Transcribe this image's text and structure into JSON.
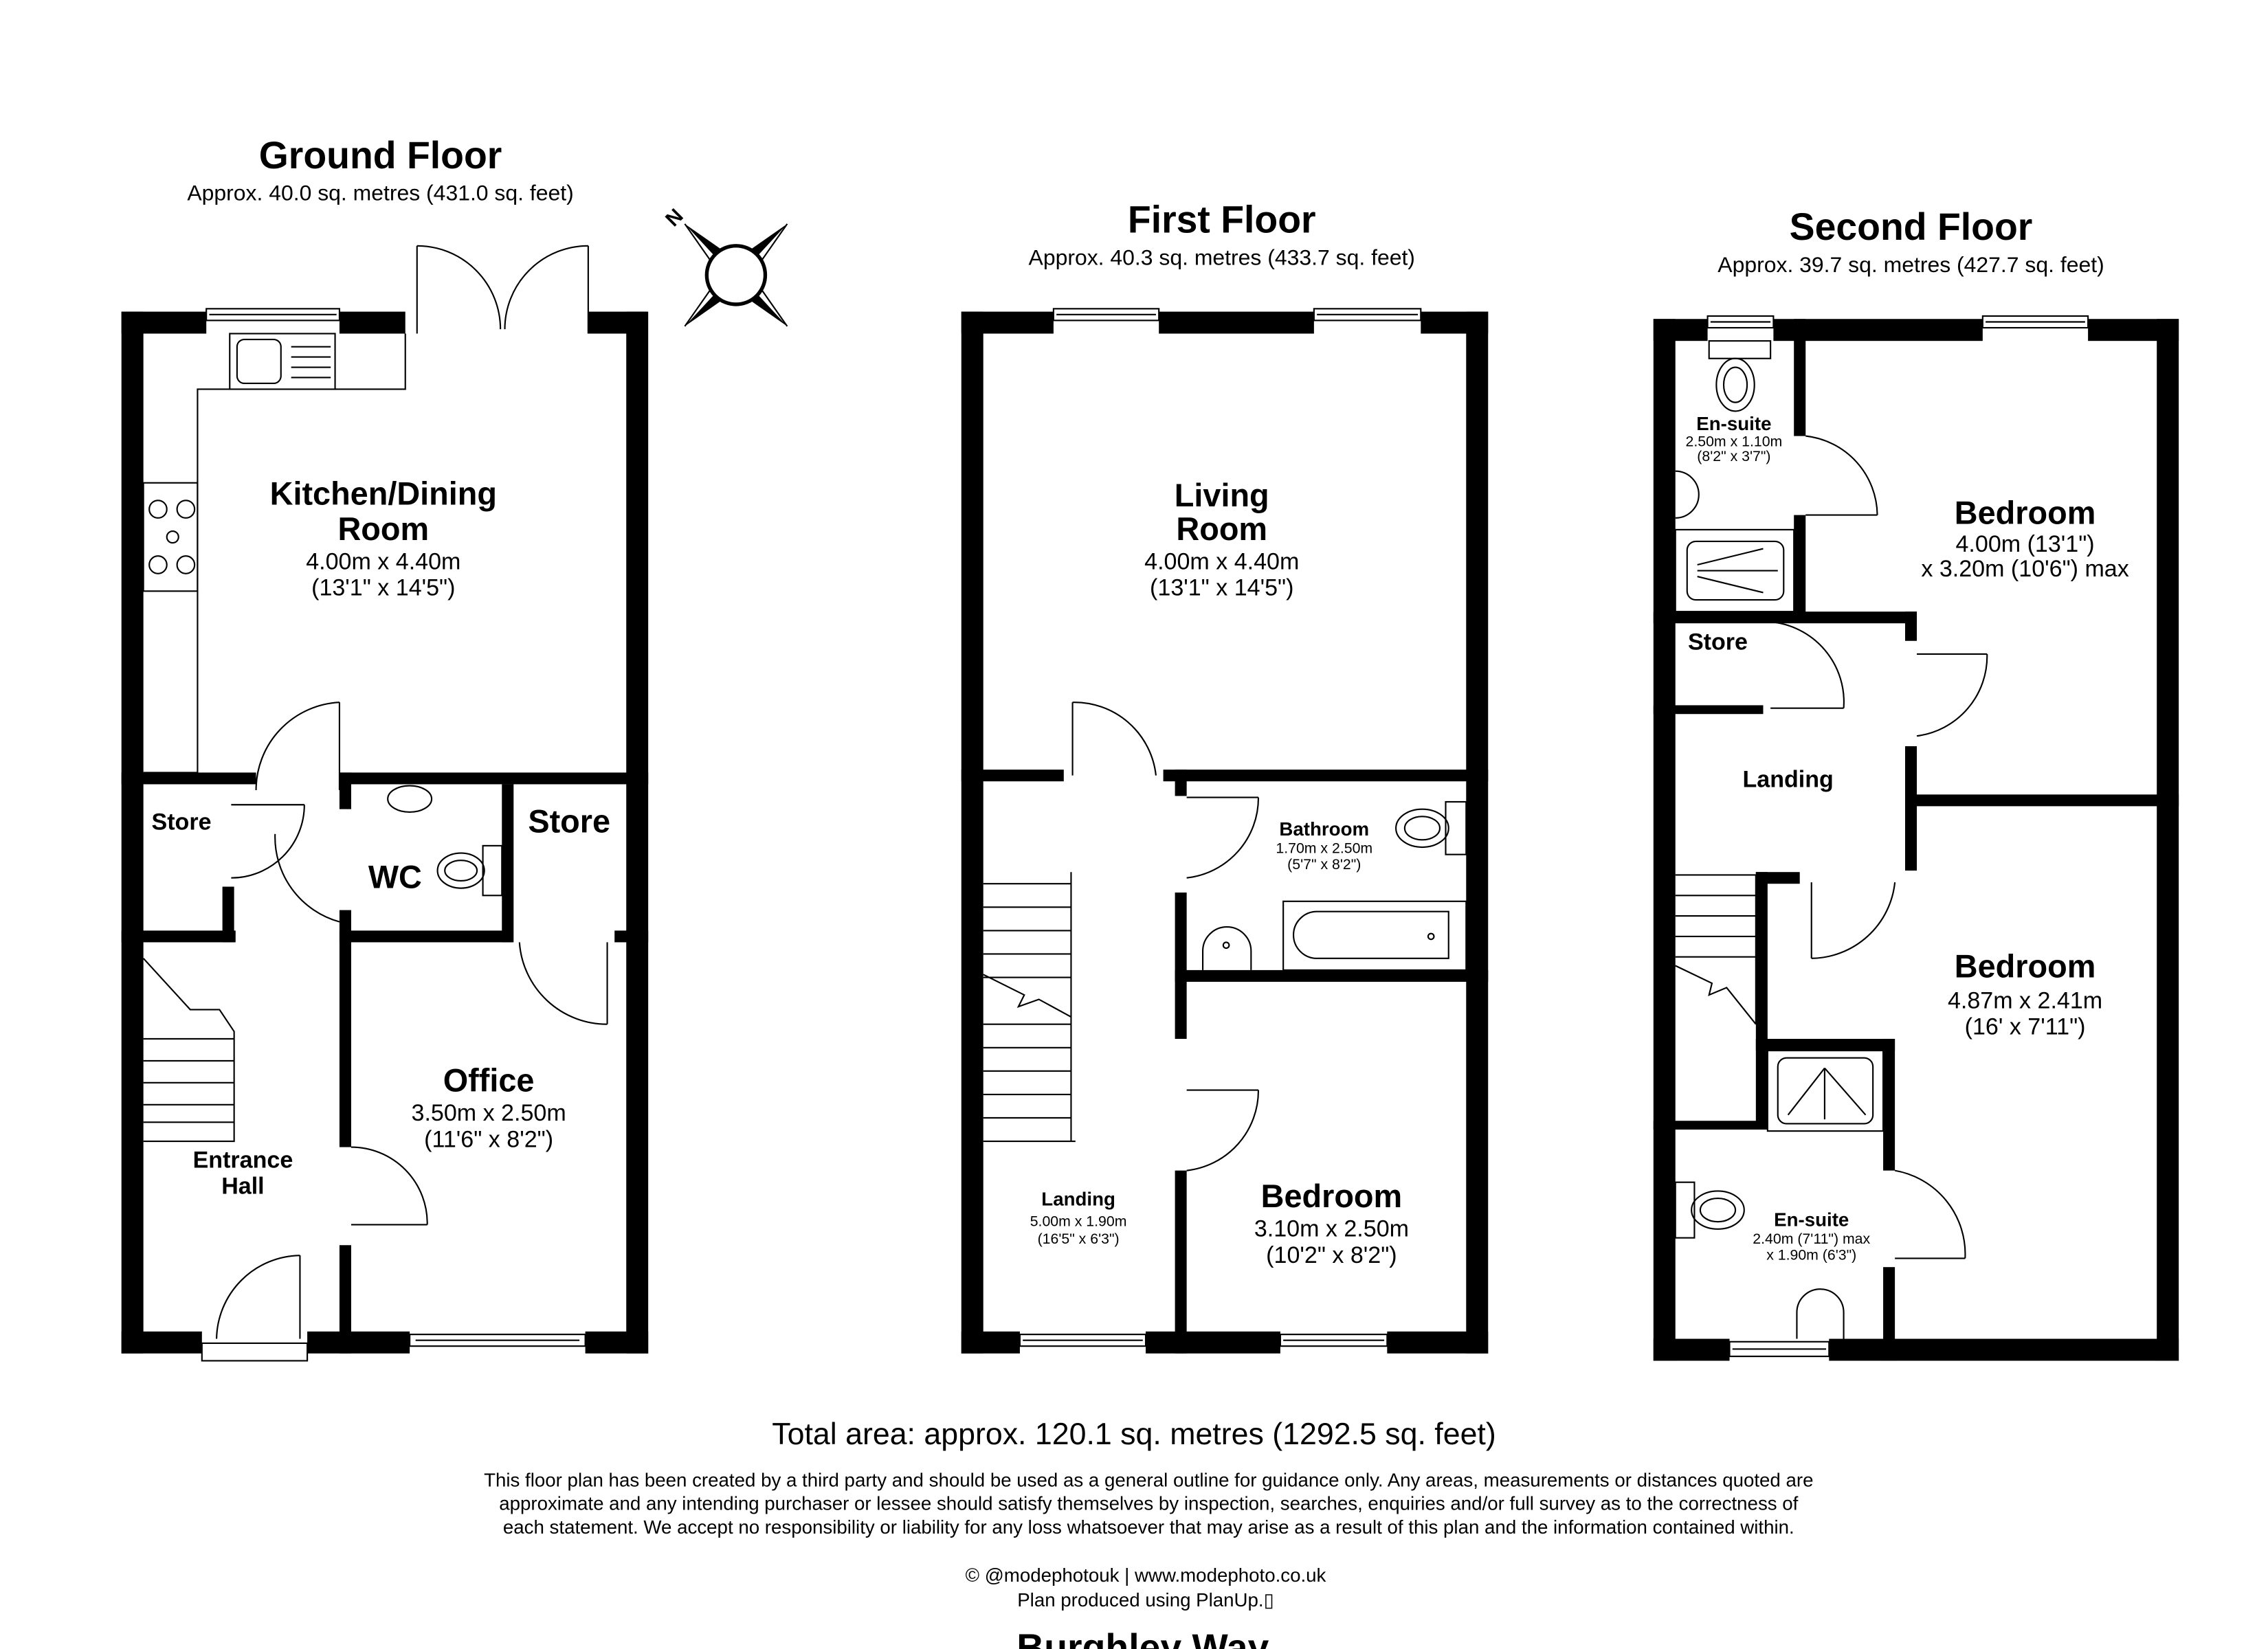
{
  "floors": {
    "ground": {
      "title": "Ground Floor",
      "area": "Approx. 40.0 sq. metres (431.0 sq. feet)",
      "rooms": {
        "kitchen": {
          "name_line1": "Kitchen/Dining",
          "name_line2": "Room",
          "dim_m": "4.00m x 4.40m",
          "dim_ft": "(13'1\" x 14'5\")"
        },
        "store_left": {
          "name": "Store"
        },
        "wc": {
          "name": "WC"
        },
        "store_right": {
          "name": "Store"
        },
        "office": {
          "name": "Office",
          "dim_m": "3.50m x 2.50m",
          "dim_ft": "(11'6\" x 8'2\")"
        },
        "hall": {
          "name_line1": "Entrance",
          "name_line2": "Hall"
        }
      }
    },
    "first": {
      "title": "First Floor",
      "area": "Approx. 40.3 sq. metres (433.7 sq. feet)",
      "rooms": {
        "living": {
          "name_line1": "Living",
          "name_line2": "Room",
          "dim_m": "4.00m x 4.40m",
          "dim_ft": "(13'1\" x 14'5\")"
        },
        "bathroom": {
          "name": "Bathroom",
          "dim_m": "1.70m x 2.50m",
          "dim_ft": "(5'7\" x 8'2\")"
        },
        "landing": {
          "name": "Landing",
          "dim_m": "5.00m x 1.90m",
          "dim_ft": "(16'5\" x 6'3\")"
        },
        "bedroom": {
          "name": "Bedroom",
          "dim_m": "3.10m x 2.50m",
          "dim_ft": "(10'2\" x 8'2\")"
        }
      }
    },
    "second": {
      "title": "Second Floor",
      "area": "Approx. 39.7 sq. metres (427.7 sq. feet)",
      "rooms": {
        "ensuite_top": {
          "name": "En-suite",
          "dim_m": "2.50m x 1.10m",
          "dim_ft": "(8'2\" x 3'7\")"
        },
        "bedroom_top": {
          "name": "Bedroom",
          "dim_line1": "4.00m (13'1\")",
          "dim_line2": "x 3.20m (10'6\") max"
        },
        "store": {
          "name": "Store"
        },
        "landing": {
          "name": "Landing"
        },
        "bedroom_bottom": {
          "name": "Bedroom",
          "dim_m": "4.87m x 2.41m",
          "dim_ft": "(16' x 7'11\")"
        },
        "ensuite_bottom": {
          "name": "En-suite",
          "dim_line1": "2.40m (7'11\") max",
          "dim_line2": "x 1.90m (6'3\")"
        }
      }
    }
  },
  "compass": {
    "label": "N",
    "icon": "compass-rose-icon"
  },
  "footer": {
    "total_area": "Total area: approx. 120.1 sq. metres (1292.5 sq. feet)",
    "disclaimer": [
      "This floor plan has been created by a third party and should be used as a general outline for guidance only. Any areas, measurements or distances quoted are",
      "approximate and any intending purchaser or lessee should satisfy themselves by inspection, searches, enquiries and/or full survey as to the correctness of",
      "each statement. We accept no responsibility or liability for any loss whatsoever that may arise as a result of this plan and the information contained within."
    ],
    "credit": "© @modephotouk | www.modephoto.co.uk",
    "produced": "Plan produced using PlanUp.▯",
    "address": "Burghley Way"
  }
}
